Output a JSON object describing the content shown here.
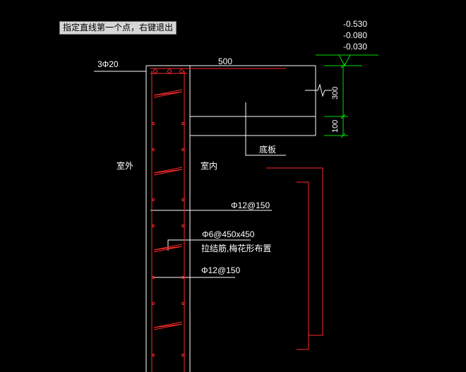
{
  "command_prompt": "指定直线第一个点，右键退出",
  "colors": {
    "background": "#000000",
    "line_white": "#ffffff",
    "rebar_red": "#ff2a2a",
    "dimension_green": "#00e000"
  },
  "elevations": [
    "-0.530",
    "-0.080",
    "-0.030"
  ],
  "labels": {
    "top_rebar": "3Φ20",
    "width_dim": "500",
    "dim_300": "300",
    "dim_100": "100",
    "base_slab": "底板",
    "outside": "室外",
    "inside": "室内",
    "rebar_spacing_1": "Φ12@150",
    "tie_bar_spec": "Φ6@450x450",
    "tie_bar_note": "拉结筋,梅花形布置",
    "rebar_spacing_2": "Φ12@150"
  }
}
